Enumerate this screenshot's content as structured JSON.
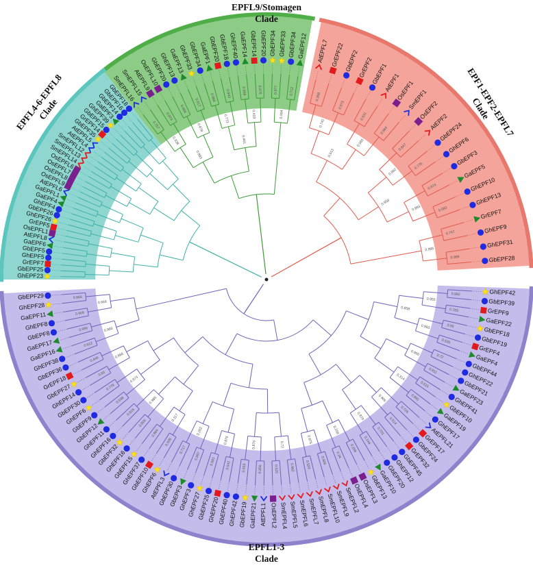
{
  "figure": {
    "clades": [
      {
        "key": "stomagen",
        "title_lines": [
          "EPFL9/Stomagen",
          "Clade"
        ],
        "color": "#8dcc86",
        "ring_color": "#4fae48",
        "branch_color": "#3d9a36",
        "leaves": [
          {
            "label": "SmEPFL16",
            "marker": "chevron"
          },
          {
            "label": "SmEPFL15",
            "marker": "chevron"
          },
          {
            "label": "AtEPFL9",
            "marker": "square-purple"
          },
          {
            "label": "OsEPFL10",
            "marker": "square-purple"
          },
          {
            "label": "GbEPF20",
            "marker": "circle"
          },
          {
            "label": "GhEPF13",
            "marker": "circle"
          },
          {
            "label": "GaEPF13",
            "marker": "triangle"
          },
          {
            "label": "GhEPF33",
            "marker": "star"
          },
          {
            "label": "GbEPF34",
            "marker": "circle"
          },
          {
            "label": "GaEPF1",
            "marker": "triangle"
          },
          {
            "label": "GbEPF20",
            "marker": "square-red"
          },
          {
            "label": "GbEPF18",
            "marker": "circle"
          },
          {
            "label": "GhEPF40",
            "marker": "circle"
          },
          {
            "label": "GaEPF14",
            "marker": "triangle"
          },
          {
            "label": "GbEPF14",
            "marker": "square-red"
          },
          {
            "label": "GbEPF20",
            "marker": "circle"
          },
          {
            "label": "GbEPF34",
            "marker": "star"
          },
          {
            "label": "GbEPF33",
            "marker": "star"
          },
          {
            "label": "GbEPF34",
            "marker": "circle"
          },
          {
            "label": "GaEPF12",
            "marker": "triangle"
          }
        ]
      },
      {
        "key": "epf1",
        "title_lines": [
          "EPF1-EPF2-EPFL7",
          "Clade"
        ],
        "color": "#f4a49a",
        "ring_color": "#e8776c",
        "branch_color": "#e05a4c",
        "leaves": [
          {
            "label": "AtEPFL7",
            "marker": "chevron-red"
          },
          {
            "label": "GrEPF22",
            "marker": "square-red"
          },
          {
            "label": "GbEPF2",
            "marker": "circle"
          },
          {
            "label": "GrEPF2",
            "marker": "square-red"
          },
          {
            "label": "GbEPF1",
            "marker": "circle"
          },
          {
            "label": "AtEPF1",
            "marker": "chevron-red"
          },
          {
            "label": "OsEPF1",
            "marker": "square-purple"
          },
          {
            "label": "SmEPF1",
            "marker": "chevron"
          },
          {
            "label": "OsEPF2",
            "marker": "square-purple"
          },
          {
            "label": "AtEPF2",
            "marker": "chevron-red"
          },
          {
            "label": "GbEPF24",
            "marker": "circle"
          },
          {
            "label": "GhEPF6",
            "marker": "circle"
          },
          {
            "label": "GbEPF3",
            "marker": "circle"
          },
          {
            "label": "GaEPF5",
            "marker": "triangle"
          },
          {
            "label": "GhEPF10",
            "marker": "circle"
          },
          {
            "label": "GhEPF13",
            "marker": "circle"
          },
          {
            "label": "GrEPF7",
            "marker": "triangle"
          },
          {
            "label": "GhEPF9",
            "marker": "circle"
          },
          {
            "label": "GhEPF31",
            "marker": "circle"
          },
          {
            "label": "GbEPF28",
            "marker": "circle"
          }
        ]
      },
      {
        "key": "epfl13",
        "title_lines": [
          "EPFL1-3",
          "Clade"
        ],
        "color": "#c4bcea",
        "ring_color": "#8f82cc",
        "branch_color": "#6e62b8",
        "leaves": [
          {
            "label": "GhEPF42",
            "marker": "star"
          },
          {
            "label": "GbEPF39",
            "marker": "circle"
          },
          {
            "label": "GrEPF9",
            "marker": "square-red"
          },
          {
            "label": "GaEPF22",
            "marker": "triangle"
          },
          {
            "label": "GbEPF18",
            "marker": "star"
          },
          {
            "label": "GbEPF19",
            "marker": "circle"
          },
          {
            "label": "GrEPF4",
            "marker": "square-red"
          },
          {
            "label": "GaEPF4",
            "marker": "triangle"
          },
          {
            "label": "GbEPF44",
            "marker": "circle"
          },
          {
            "label": "GhEPF22",
            "marker": "circle"
          },
          {
            "label": "GbEPF21",
            "marker": "circle"
          },
          {
            "label": "GaEPF23",
            "marker": "triangle"
          },
          {
            "label": "GhEPF41",
            "marker": "circle"
          },
          {
            "label": "GbEPF10",
            "marker": "star"
          },
          {
            "label": "GaEPF19",
            "marker": "triangle"
          },
          {
            "label": "GhEPF17",
            "marker": "circle"
          },
          {
            "label": "AtEPFL21",
            "marker": "chevron"
          },
          {
            "label": "GrEPF17",
            "marker": "square-red"
          },
          {
            "label": "GbEPF24",
            "marker": "circle"
          },
          {
            "label": "GrEPF32",
            "marker": "square-red"
          },
          {
            "label": "GbEPF45",
            "marker": "circle"
          },
          {
            "label": "GhEPF12",
            "marker": "circle"
          },
          {
            "label": "GbEPF20",
            "marker": "circle"
          },
          {
            "label": "GaEPF10",
            "marker": "triangle"
          },
          {
            "label": "GbEPF13",
            "marker": "star"
          },
          {
            "label": "OsEPFL3",
            "marker": "square-purple"
          },
          {
            "label": "OsEPFL4",
            "marker": "square-purple"
          },
          {
            "label": "SmEPFL2",
            "marker": "chevron-red"
          },
          {
            "label": "SmEPFL9",
            "marker": "chevron-red"
          },
          {
            "label": "SmEPFL10",
            "marker": "chevron-red"
          },
          {
            "label": "SmEPFL8",
            "marker": "chevron-red"
          },
          {
            "label": "SmEPFL7",
            "marker": "chevron-red"
          },
          {
            "label": "SmEPFL6",
            "marker": "chevron-red"
          },
          {
            "label": "SmEPFL5",
            "marker": "chevron-red"
          },
          {
            "label": "SmEPFL4",
            "marker": "chevron-red"
          },
          {
            "label": "OsEPFL2",
            "marker": "square-purple"
          },
          {
            "label": "AtEPFL1",
            "marker": "chevron"
          },
          {
            "label": "GaEPF21",
            "marker": "triangle"
          },
          {
            "label": "GbEPF19",
            "marker": "star"
          },
          {
            "label": "GhEPF42",
            "marker": "circle"
          },
          {
            "label": "GbEPF40",
            "marker": "circle"
          },
          {
            "label": "GhEPF20",
            "marker": "square-red"
          },
          {
            "label": "GbEPF25",
            "marker": "circle"
          },
          {
            "label": "GhEPF27",
            "marker": "star"
          },
          {
            "label": "GhEPF3",
            "marker": "circle"
          },
          {
            "label": "GbEPF3",
            "marker": "triangle"
          },
          {
            "label": "GbEPF30",
            "marker": "circle"
          },
          {
            "label": "AtEPFL3",
            "marker": "chevron"
          },
          {
            "label": "GhEPF6",
            "marker": "star"
          },
          {
            "label": "GbEPF10",
            "marker": "square-red"
          },
          {
            "label": "GhEPF37",
            "marker": "circle"
          },
          {
            "label": "GbEPF15",
            "marker": "star"
          },
          {
            "label": "GhEPF16",
            "marker": "circle"
          },
          {
            "label": "GbEPF32",
            "marker": "star"
          },
          {
            "label": "GhEPF16",
            "marker": "circle"
          },
          {
            "label": "GhEPF11",
            "marker": "circle"
          },
          {
            "label": "GbEPF12",
            "marker": "triangle"
          },
          {
            "label": "GbEPF9",
            "marker": "circle"
          },
          {
            "label": "GhEPF6",
            "marker": "star"
          },
          {
            "label": "GbEPF30",
            "marker": "circle"
          },
          {
            "label": "GhEPF14",
            "marker": "circle"
          },
          {
            "label": "GbEPF27",
            "marker": "star"
          },
          {
            "label": "GrEPF18",
            "marker": "square-red"
          },
          {
            "label": "GbEPF36",
            "marker": "circle"
          },
          {
            "label": "GhEPF38",
            "marker": "circle"
          },
          {
            "label": "GaEPF16",
            "marker": "triangle"
          },
          {
            "label": "GaEPF17",
            "marker": "triangle"
          },
          {
            "label": "GbEPF8",
            "marker": "circle"
          },
          {
            "label": "GhEPF8",
            "marker": "circle"
          },
          {
            "label": "GaEPF11",
            "marker": "triangle"
          },
          {
            "label": "GhEPF28",
            "marker": "star"
          },
          {
            "label": "GbEPF29",
            "marker": "circle"
          }
        ]
      },
      {
        "key": "epfl468",
        "title_lines": [
          "EPFL4-6-EPFL8",
          "Clade"
        ],
        "color": "#8fd6d0",
        "ring_color": "#5cc6be",
        "branch_color": "#3eb0a8",
        "leaves": [
          {
            "label": "GhEPF23",
            "marker": "star"
          },
          {
            "label": "GbEPF25",
            "marker": "circle"
          },
          {
            "label": "GrEPF7",
            "marker": "square-red"
          },
          {
            "label": "GhEPF5",
            "marker": "circle"
          },
          {
            "label": "GbEPF5",
            "marker": "circle"
          },
          {
            "label": "GaEPF6",
            "marker": "triangle"
          },
          {
            "label": "AtEPFL8",
            "marker": "chevron"
          },
          {
            "label": "OsEPFL1",
            "marker": "square-purple"
          },
          {
            "label": "GrEPF5",
            "marker": "square-red"
          },
          {
            "label": "GhEPF26",
            "marker": "star"
          },
          {
            "label": "GbEPF26",
            "marker": "circle"
          },
          {
            "label": "GhEPF4",
            "marker": "circle"
          },
          {
            "label": "GaEPF4",
            "marker": "triangle"
          },
          {
            "label": "GaEPFL1",
            "marker": "triangle"
          },
          {
            "label": "AtEPFL6",
            "marker": "chevron"
          },
          {
            "label": "OsEPFL9",
            "marker": "square-purple"
          },
          {
            "label": "OsEPFL8",
            "marker": "square-purple"
          },
          {
            "label": "OsEPFL7",
            "marker": "square-purple"
          },
          {
            "label": "OsEPFL6",
            "marker": "square-purple"
          },
          {
            "label": "SmEPFL14",
            "marker": "chevron-red"
          },
          {
            "label": "SmEPFL13",
            "marker": "chevron-red"
          },
          {
            "label": "SmEPFL12",
            "marker": "chevron-red"
          },
          {
            "label": "AtEPFL4",
            "marker": "chevron"
          },
          {
            "label": "AtEPFL5",
            "marker": "chevron"
          },
          {
            "label": "GbEPF35",
            "marker": "star"
          },
          {
            "label": "GrEPF14",
            "marker": "square-red"
          },
          {
            "label": "GbEPF15",
            "marker": "circle"
          },
          {
            "label": "GhEPF39",
            "marker": "star"
          },
          {
            "label": "GaEPF3",
            "marker": "triangle"
          },
          {
            "label": "GbEPF14",
            "marker": "circle"
          },
          {
            "label": "GbEPF16",
            "marker": "circle"
          },
          {
            "label": "GbEPF18",
            "marker": "circle"
          }
        ]
      }
    ],
    "bootstrap_values": [
      "0.757",
      "0.974",
      "0.699",
      "0.917",
      "0.984",
      "0.943",
      "0.958",
      "0.975",
      "0.977",
      "0.712",
      "0.338",
      "0.678",
      "0.773",
      "0.419",
      "0.994",
      "0.993",
      "0.461",
      "0.398",
      "0.973",
      "0.631",
      "0.964",
      "0.647",
      "0.776",
      "0.974",
      "0.583",
      "0.747",
      "0.969",
      "0.742",
      "0.565",
      "0.962",
      "0.993",
      "0.995",
      "0.913",
      "0.956",
      "0.992",
      "0.783",
      "0.95",
      "0.535",
      "0.72",
      "0.911",
      "0.515",
      "0.991",
      "0.726",
      "0.514",
      "0.701",
      "0.144",
      "0.288",
      "0.34",
      "0.606",
      "0.529",
      "0.962",
      "0.525",
      "0.856",
      "0.553",
      "0.542",
      "0.561",
      "0.997",
      "0.717",
      "0.936",
      "0.984",
      "0.805",
      "0.916",
      "0.538",
      "0.778",
      "0.65",
      "0.446",
      "0.612",
      "0.696",
      "0.909",
      "0.966",
      "0.955",
      "0.993",
      "0.956",
      "0.314",
      "0.906",
      "0.879",
      "0.258",
      "0.876",
      "0.72",
      "0.876",
      "0.876",
      "0.202",
      "0.117",
      "0.985",
      "0.973",
      "0.968",
      "0.986",
      "0.669",
      "0.858"
    ]
  }
}
